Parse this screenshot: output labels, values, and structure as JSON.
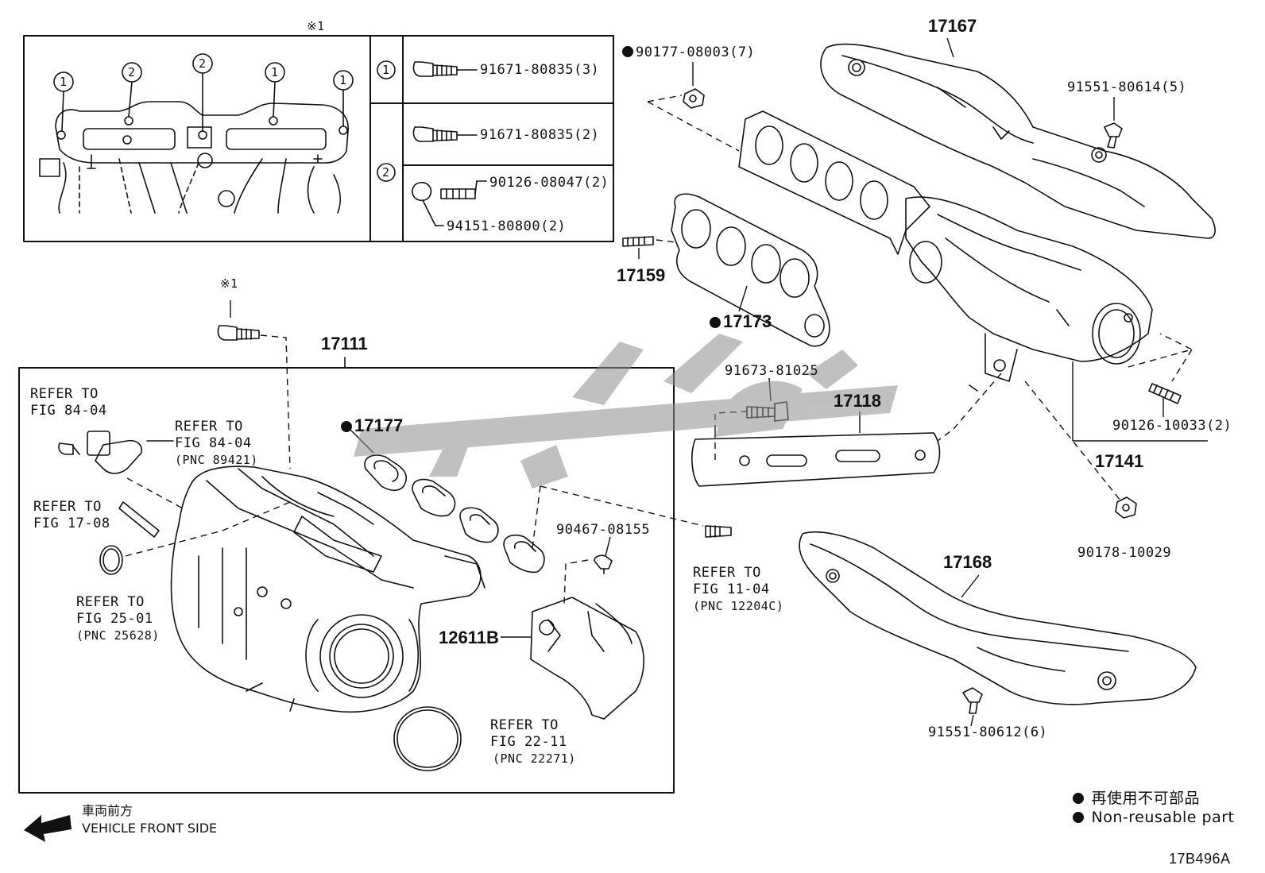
{
  "inset": {
    "symbol": "※1",
    "callouts": [
      "1",
      "2",
      "2",
      "1",
      "1"
    ],
    "table": {
      "row1": {
        "key": "1",
        "bolt": "91671-80835(3)"
      },
      "row2": {
        "key": "2",
        "bolt": "91671-80835(2)",
        "stud": "90126-08047(2)",
        "nut": "94151-80800(2)"
      }
    }
  },
  "parts": {
    "p17167": "17167",
    "p91551_80614": "91551-80614(5)",
    "p90177": "90177-08003(7)",
    "p17159": "17159",
    "p17173": "17173",
    "p17111": "17111",
    "p17177": "17177",
    "p91673": "91673-81025",
    "p17118": "17118",
    "p90126_10033": "90126-10033(2)",
    "p17141": "17141",
    "p90178": "90178-10029",
    "p90467": "90467-08155",
    "p12611B": "12611B",
    "p17168": "17168",
    "p91551_80612": "91551-80612(6)",
    "sym1": "※1"
  },
  "refs": {
    "r1": "REFER TO\nFIG 84-04",
    "r2": "REFER TO\nFIG 84-04",
    "r2pnc": "(PNC 89421)",
    "r3": "REFER TO\nFIG 17-08",
    "r4": "REFER TO\nFIG 25-01",
    "r4pnc": "(PNC 25628)",
    "r5": "REFER TO\nFIG 11-04",
    "r5pnc": "(PNC 12204C)",
    "r6": "REFER TO\nFIG 22-11",
    "r6pnc": "(PNC 22271)"
  },
  "legend": {
    "jp": "再使用不可部品",
    "en": "Non-reusable part"
  },
  "front": {
    "jp": "車両前方",
    "en": "VEHICLE FRONT SIDE"
  },
  "code": "17B496A"
}
